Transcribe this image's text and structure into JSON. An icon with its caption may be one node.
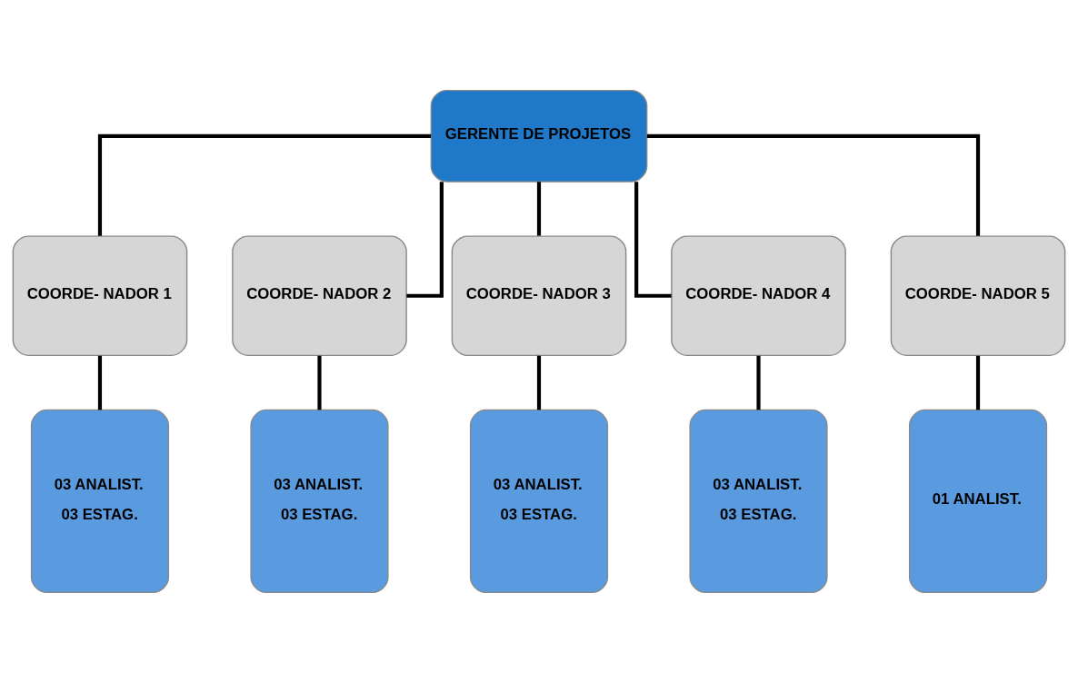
{
  "diagram": {
    "nodes": [
      {
        "text": [
          "GERENTE DE PROJETOS"
        ]
      },
      {
        "text": [
          "COORDE- NADOR 1"
        ]
      },
      {
        "text": [
          "COORDE- NADOR 2"
        ]
      },
      {
        "text": [
          "COORDE- NADOR 3"
        ]
      },
      {
        "text": [
          "COORDE- NADOR 4"
        ]
      },
      {
        "text": [
          "COORDE- NADOR 5"
        ]
      },
      {
        "text": [
          "03 ANALIST.",
          "03 ESTAG."
        ]
      },
      {
        "text": [
          "03 ANALIST.",
          "03 ESTAG."
        ]
      },
      {
        "text": [
          "03 ANALIST.",
          "03 ESTAG."
        ]
      },
      {
        "text": [
          "03 ANALIST.",
          "03 ESTAG."
        ]
      },
      {
        "text": [
          "01 ANALIST."
        ]
      }
    ],
    "edges": [
      {
        "from": 0,
        "to": 1,
        "arrow": "none"
      },
      {
        "from": 0,
        "to": 2,
        "arrow": "none"
      },
      {
        "from": 0,
        "to": 3,
        "arrow": "none"
      },
      {
        "from": 0,
        "to": 4,
        "arrow": "none"
      },
      {
        "from": 0,
        "to": 5,
        "arrow": "none"
      },
      {
        "from": 1,
        "to": 6,
        "arrow": "none"
      },
      {
        "from": 2,
        "to": 7,
        "arrow": "none"
      },
      {
        "from": 3,
        "to": 8,
        "arrow": "none"
      },
      {
        "from": 4,
        "to": 9,
        "arrow": "none"
      },
      {
        "from": 5,
        "to": 10,
        "arrow": "none"
      }
    ]
  }
}
